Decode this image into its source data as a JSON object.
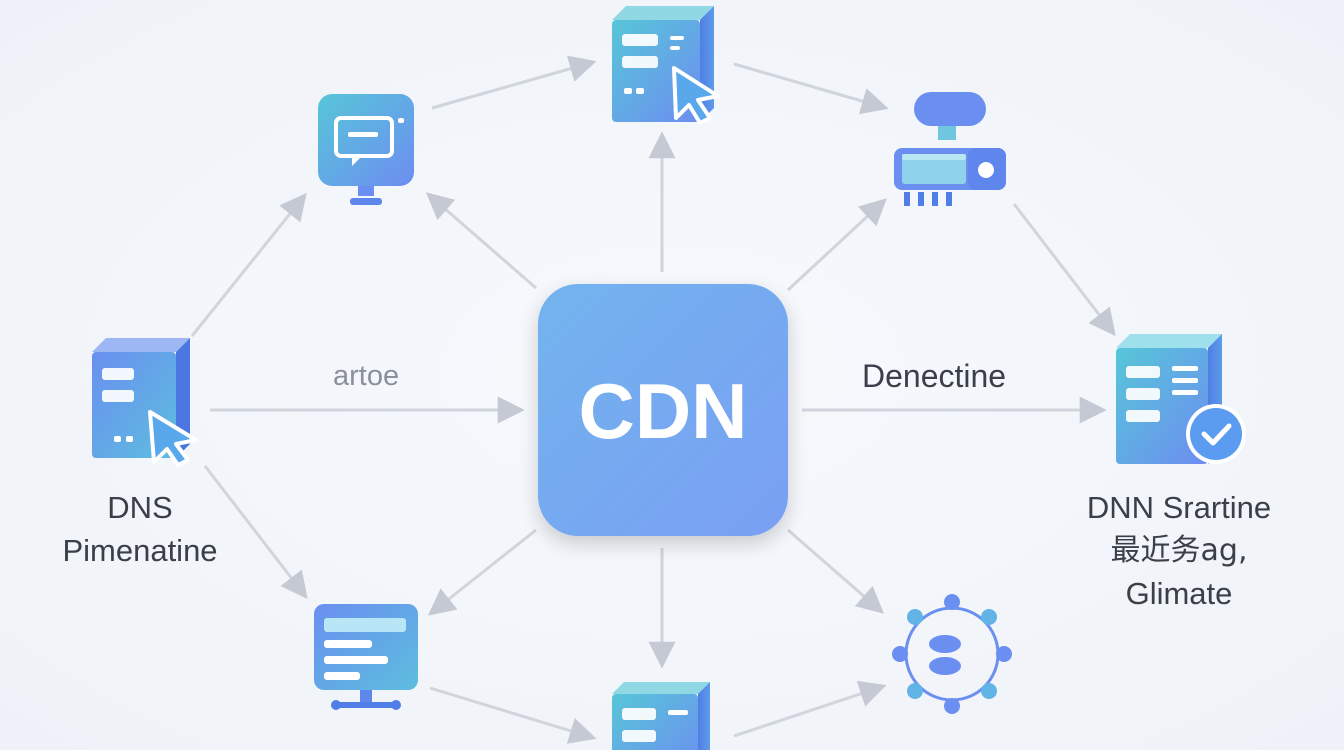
{
  "hub": {
    "label": "CDN"
  },
  "edge_labels": {
    "left": "artoe",
    "right": "Denectine"
  },
  "node_labels": {
    "left": [
      "DNS",
      "Pimenatine"
    ],
    "right": [
      "DNN Srartine",
      "最近务ag,",
      "Glimate"
    ]
  },
  "colors": {
    "hub_gradient": [
      "#6ea7ef",
      "#78a2f2"
    ],
    "arrow": "#c3c8d2",
    "icon_teal": "#5bc3dc",
    "icon_blue": "#6a8ff0",
    "text": "#3a3f4a"
  },
  "icons": {
    "top_center": "server-cursor-icon",
    "top_left": "chat-monitor-icon",
    "top_right": "router-device-icon",
    "left": "server-cursor-icon",
    "right": "server-check-icon",
    "bottom_left": "desktop-monitor-icon",
    "bottom_center": "server-icon",
    "bottom_right": "network-nodes-icon"
  }
}
